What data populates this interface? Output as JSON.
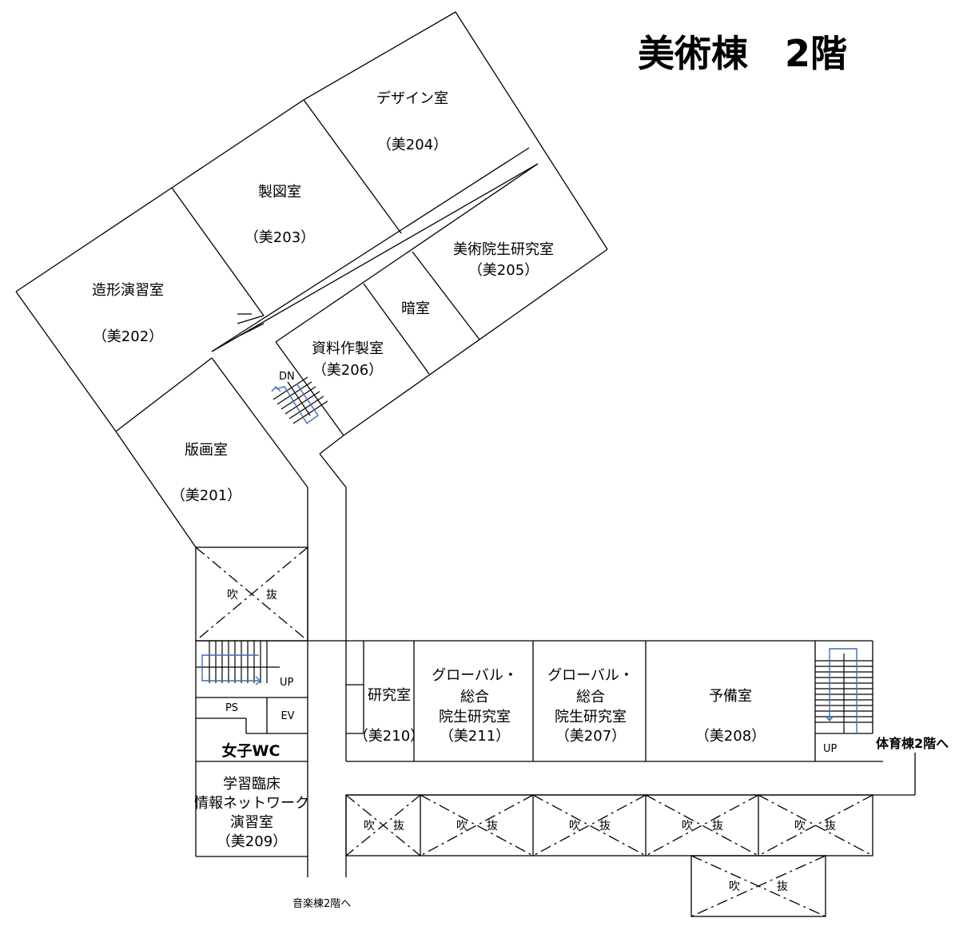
{
  "title": "美術棟　2階",
  "rooms": {
    "r201": {
      "name": "版画室",
      "number": "（美201）"
    },
    "r202": {
      "name": "造形演習室",
      "number": "（美202）"
    },
    "r203": {
      "name": "製図室",
      "number": "（美203）"
    },
    "r204": {
      "name": "デザイン室",
      "number": "（美204）"
    },
    "r205": {
      "name": "美術院生研究室",
      "number": "（美205）"
    },
    "r206": {
      "name": "資料作製室",
      "number": "（美206）"
    },
    "dark": {
      "name": "暗室"
    },
    "r207": {
      "line1": "グローバル・",
      "line2": "総合",
      "line3": "院生研究室",
      "number": "（美207）"
    },
    "r208": {
      "name": "予備室",
      "number": "（美208）"
    },
    "r209": {
      "line1": "学習臨床",
      "line2": "情報ネットワーク",
      "line3": "演習室",
      "number": "（美209）"
    },
    "r210": {
      "name": "研究室",
      "number": "（美210）"
    },
    "r211": {
      "line1": "グローバル・",
      "line2": "総合",
      "line3": "院生研究室",
      "number": "（美211）"
    },
    "wc": {
      "name": "女子WC"
    },
    "ps": {
      "name": "PS"
    },
    "ev": {
      "name": "EV"
    }
  },
  "void": {
    "left": "吹",
    "right": "抜"
  },
  "stairs": {
    "up": "UP",
    "dn": "DN"
  },
  "links": {
    "gym": "体育棟2階へ",
    "music": "音楽棟2階へ"
  }
}
